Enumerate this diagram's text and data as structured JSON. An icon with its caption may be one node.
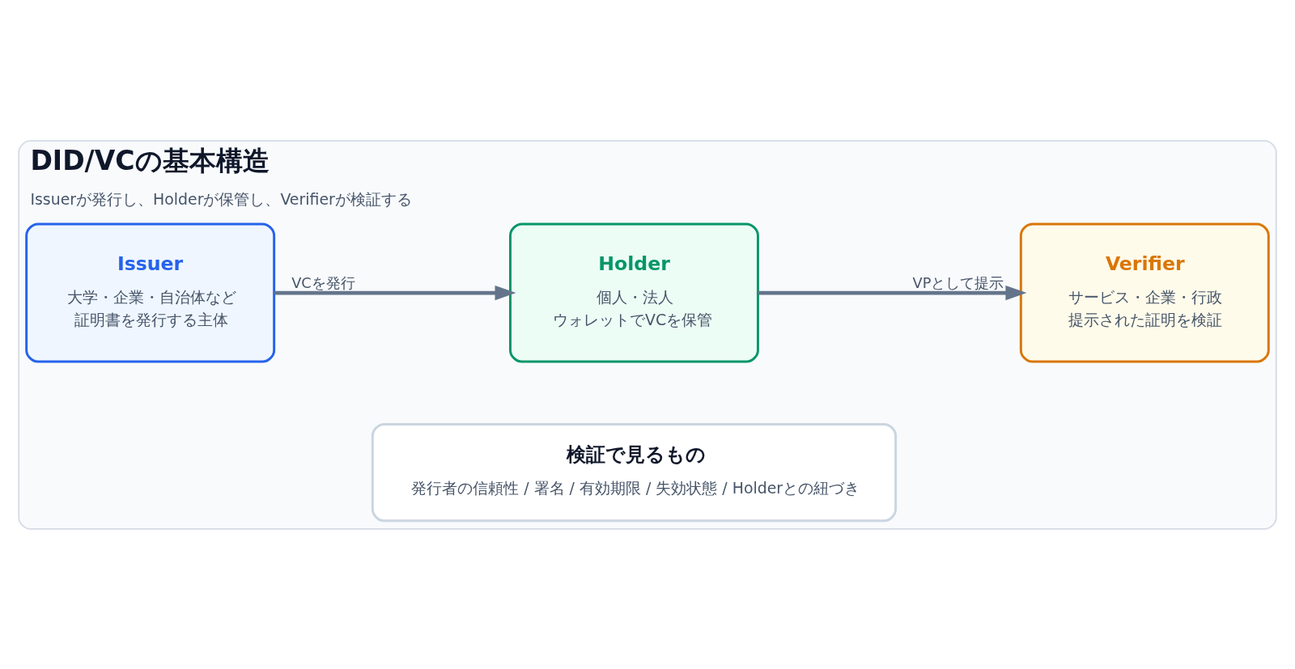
{
  "diagram": {
    "nodes": [
      {
        "text": [
          "DID/VCの基本構造",
          "Issuerが発行し、Holderが保管し、Verifierが検証する"
        ]
      },
      {
        "text": [
          "Issuer",
          "大学・企業・自治体など",
          "証明書を発行する主体"
        ],
        "in": 0
      },
      {
        "text": [
          "Holder",
          "個人・法人",
          "ウォレットでVCを保管"
        ],
        "in": 0
      },
      {
        "text": [
          "Verifier",
          "サービス・企業・行政",
          "提示された証明を検証"
        ],
        "in": 0
      },
      {
        "text": [
          "検証で見るもの",
          "発行者の信頼性 / 署名 / 有効期限 / 失効状態 / Holderとの紐づき"
        ],
        "in": 0
      }
    ],
    "edges": [
      {
        "from": 1,
        "to": 2,
        "arrow": "to",
        "label": "VCを発行"
      },
      {
        "from": 2,
        "to": 3,
        "arrow": "to",
        "label": "VPとして提示"
      }
    ]
  }
}
